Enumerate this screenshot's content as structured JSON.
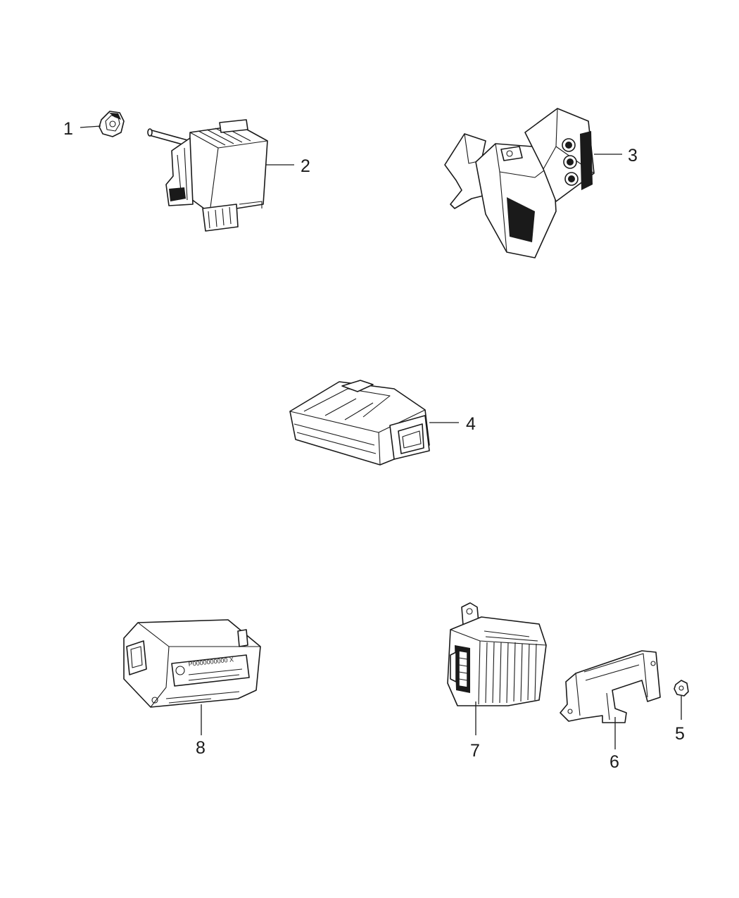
{
  "callouts": {
    "c1": "1",
    "c2": "2",
    "c3": "3",
    "c4": "4",
    "c5": "5",
    "c6": "6",
    "c7": "7",
    "c8": "8"
  },
  "part8_label": {
    "part_number": "P0000000000 X"
  }
}
